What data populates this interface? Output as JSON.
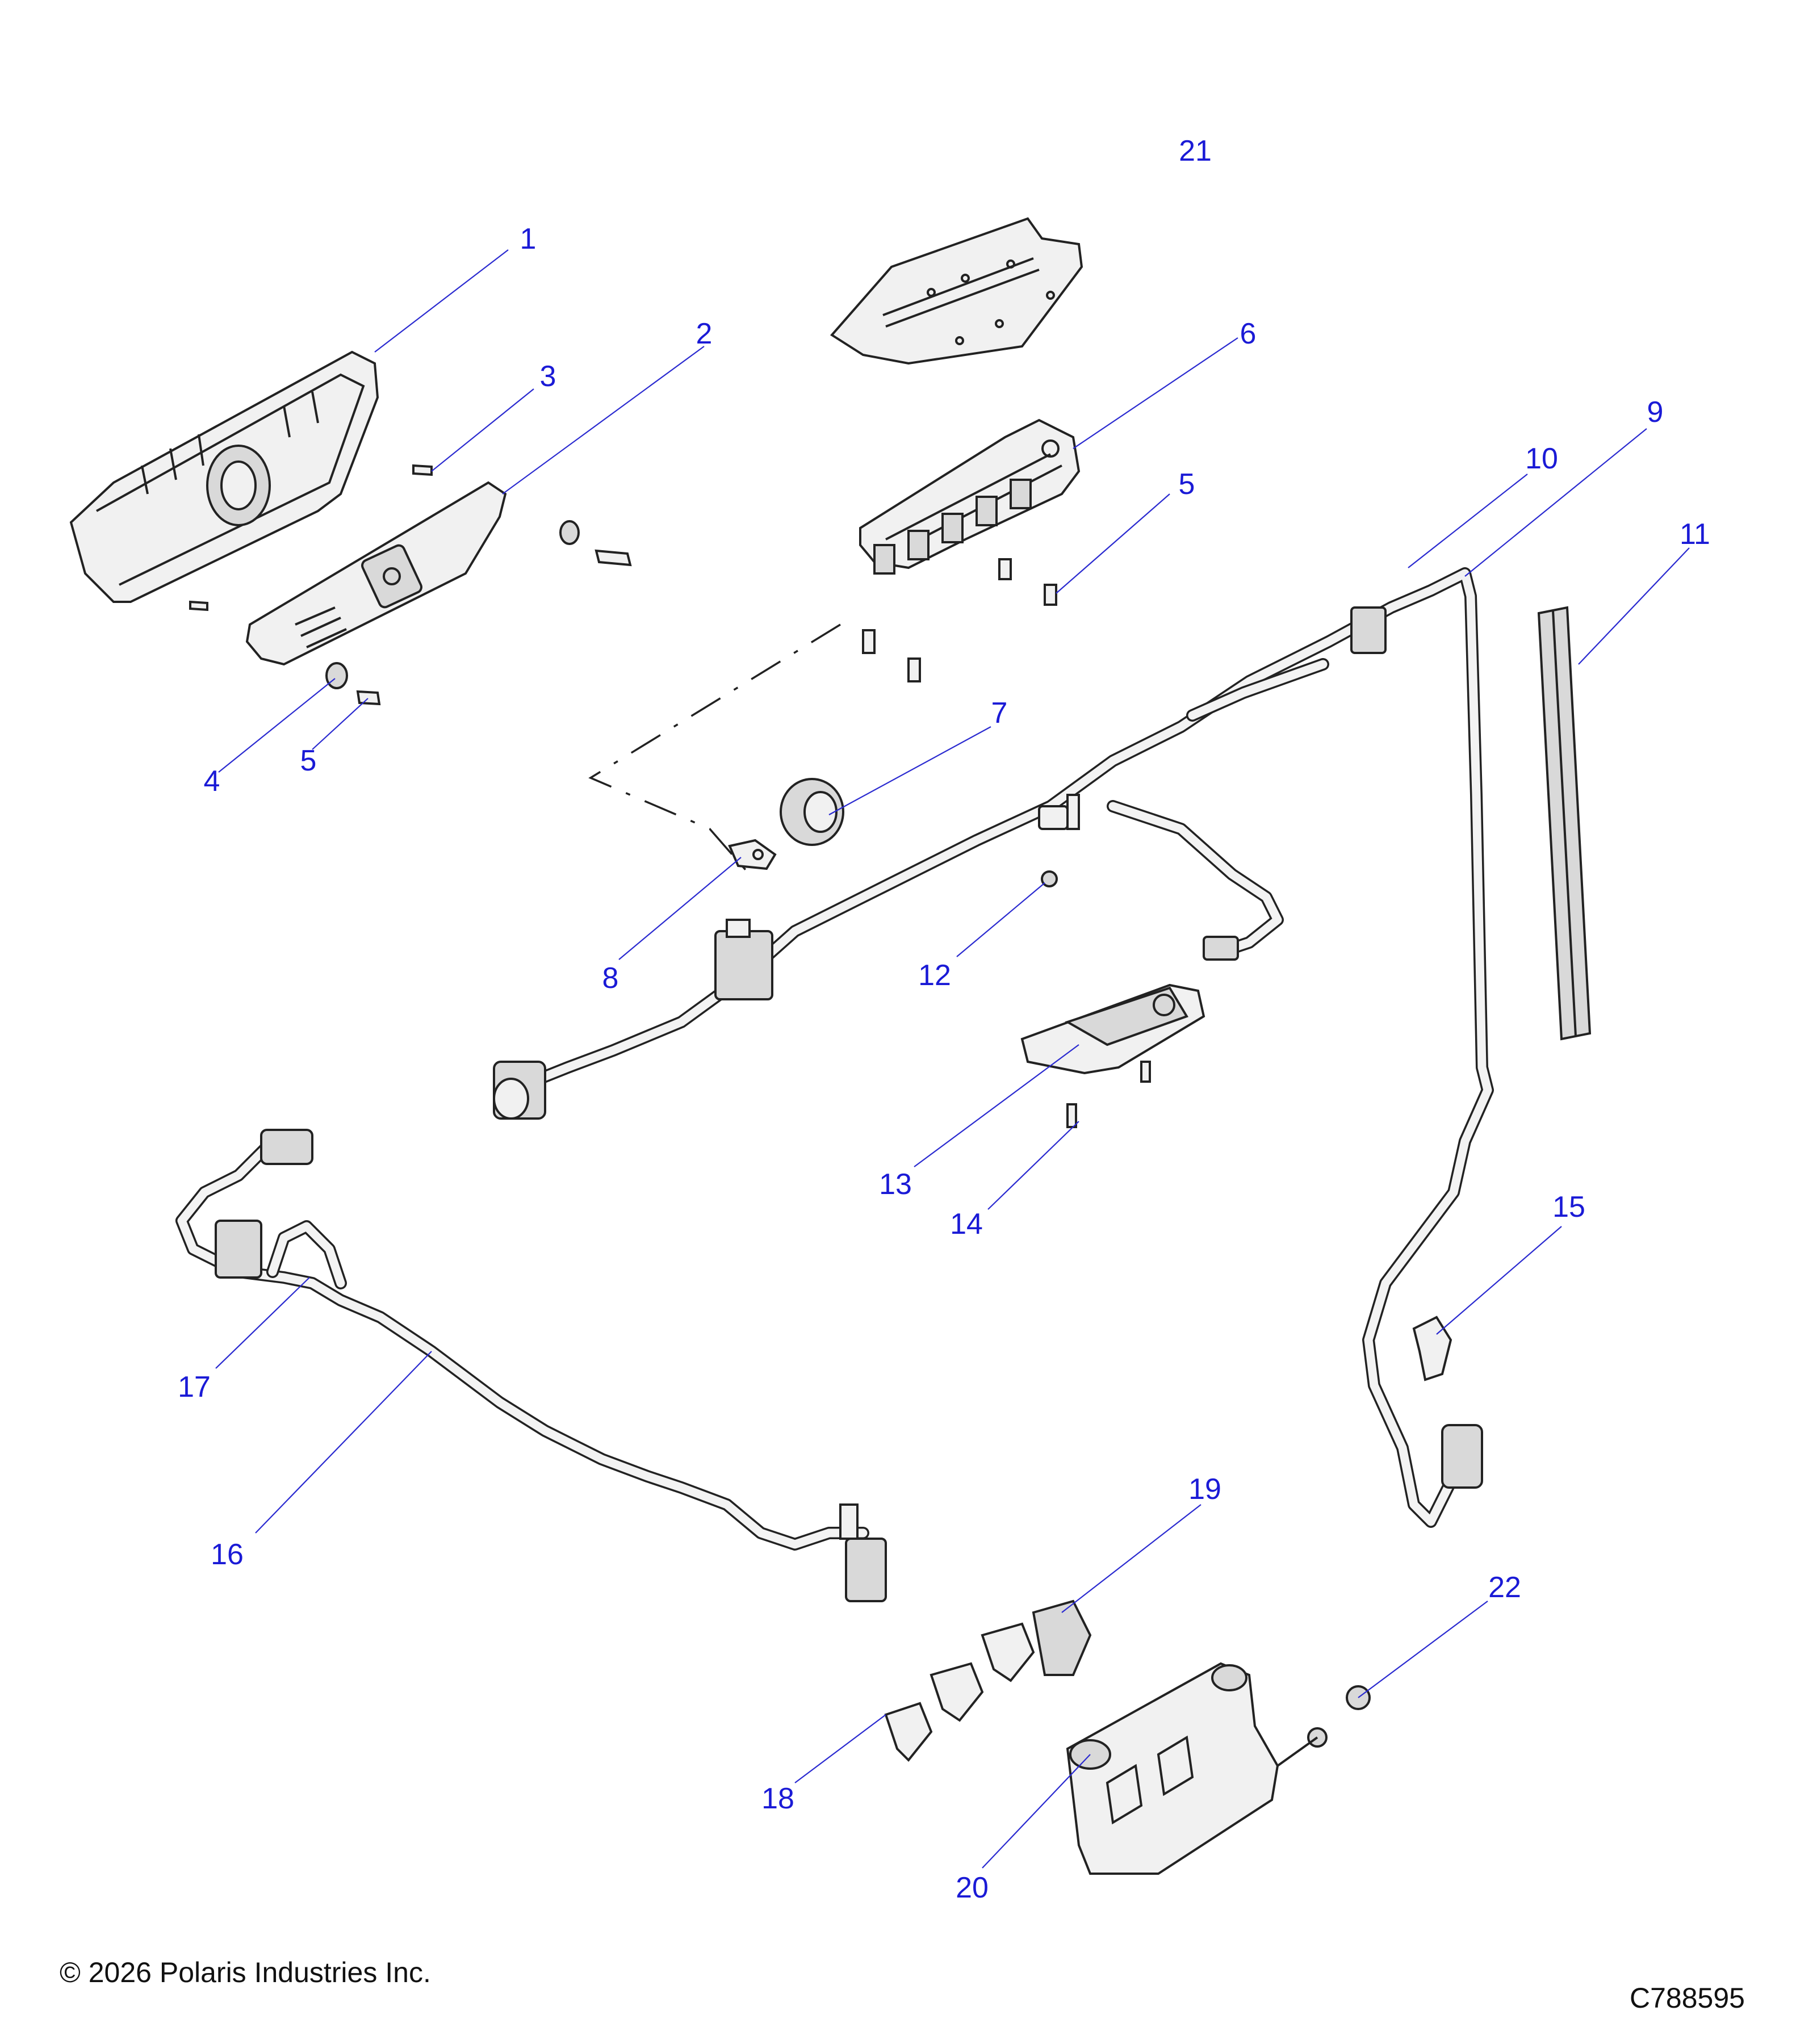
{
  "callouts": [
    {
      "label": "1"
    },
    {
      "label": "2"
    },
    {
      "label": "3"
    },
    {
      "label": "4"
    },
    {
      "label": "5"
    },
    {
      "label": "5"
    },
    {
      "label": "6"
    },
    {
      "label": "7"
    },
    {
      "label": "8"
    },
    {
      "label": "9"
    },
    {
      "label": "10"
    },
    {
      "label": "11"
    },
    {
      "label": "12"
    },
    {
      "label": "13"
    },
    {
      "label": "14"
    },
    {
      "label": "15"
    },
    {
      "label": "16"
    },
    {
      "label": "17"
    },
    {
      "label": "18"
    },
    {
      "label": "19"
    },
    {
      "label": "20"
    },
    {
      "label": "21"
    },
    {
      "label": "22"
    }
  ],
  "footer": {
    "copyright": "© 2026 Polaris Industries Inc.",
    "drawing_number": "C788595"
  },
  "colors": {
    "callout_text": "#1a1ad6",
    "leader_line": "#2a2ad0",
    "outline": "#222222",
    "part_fill": "#f1f1f1"
  }
}
